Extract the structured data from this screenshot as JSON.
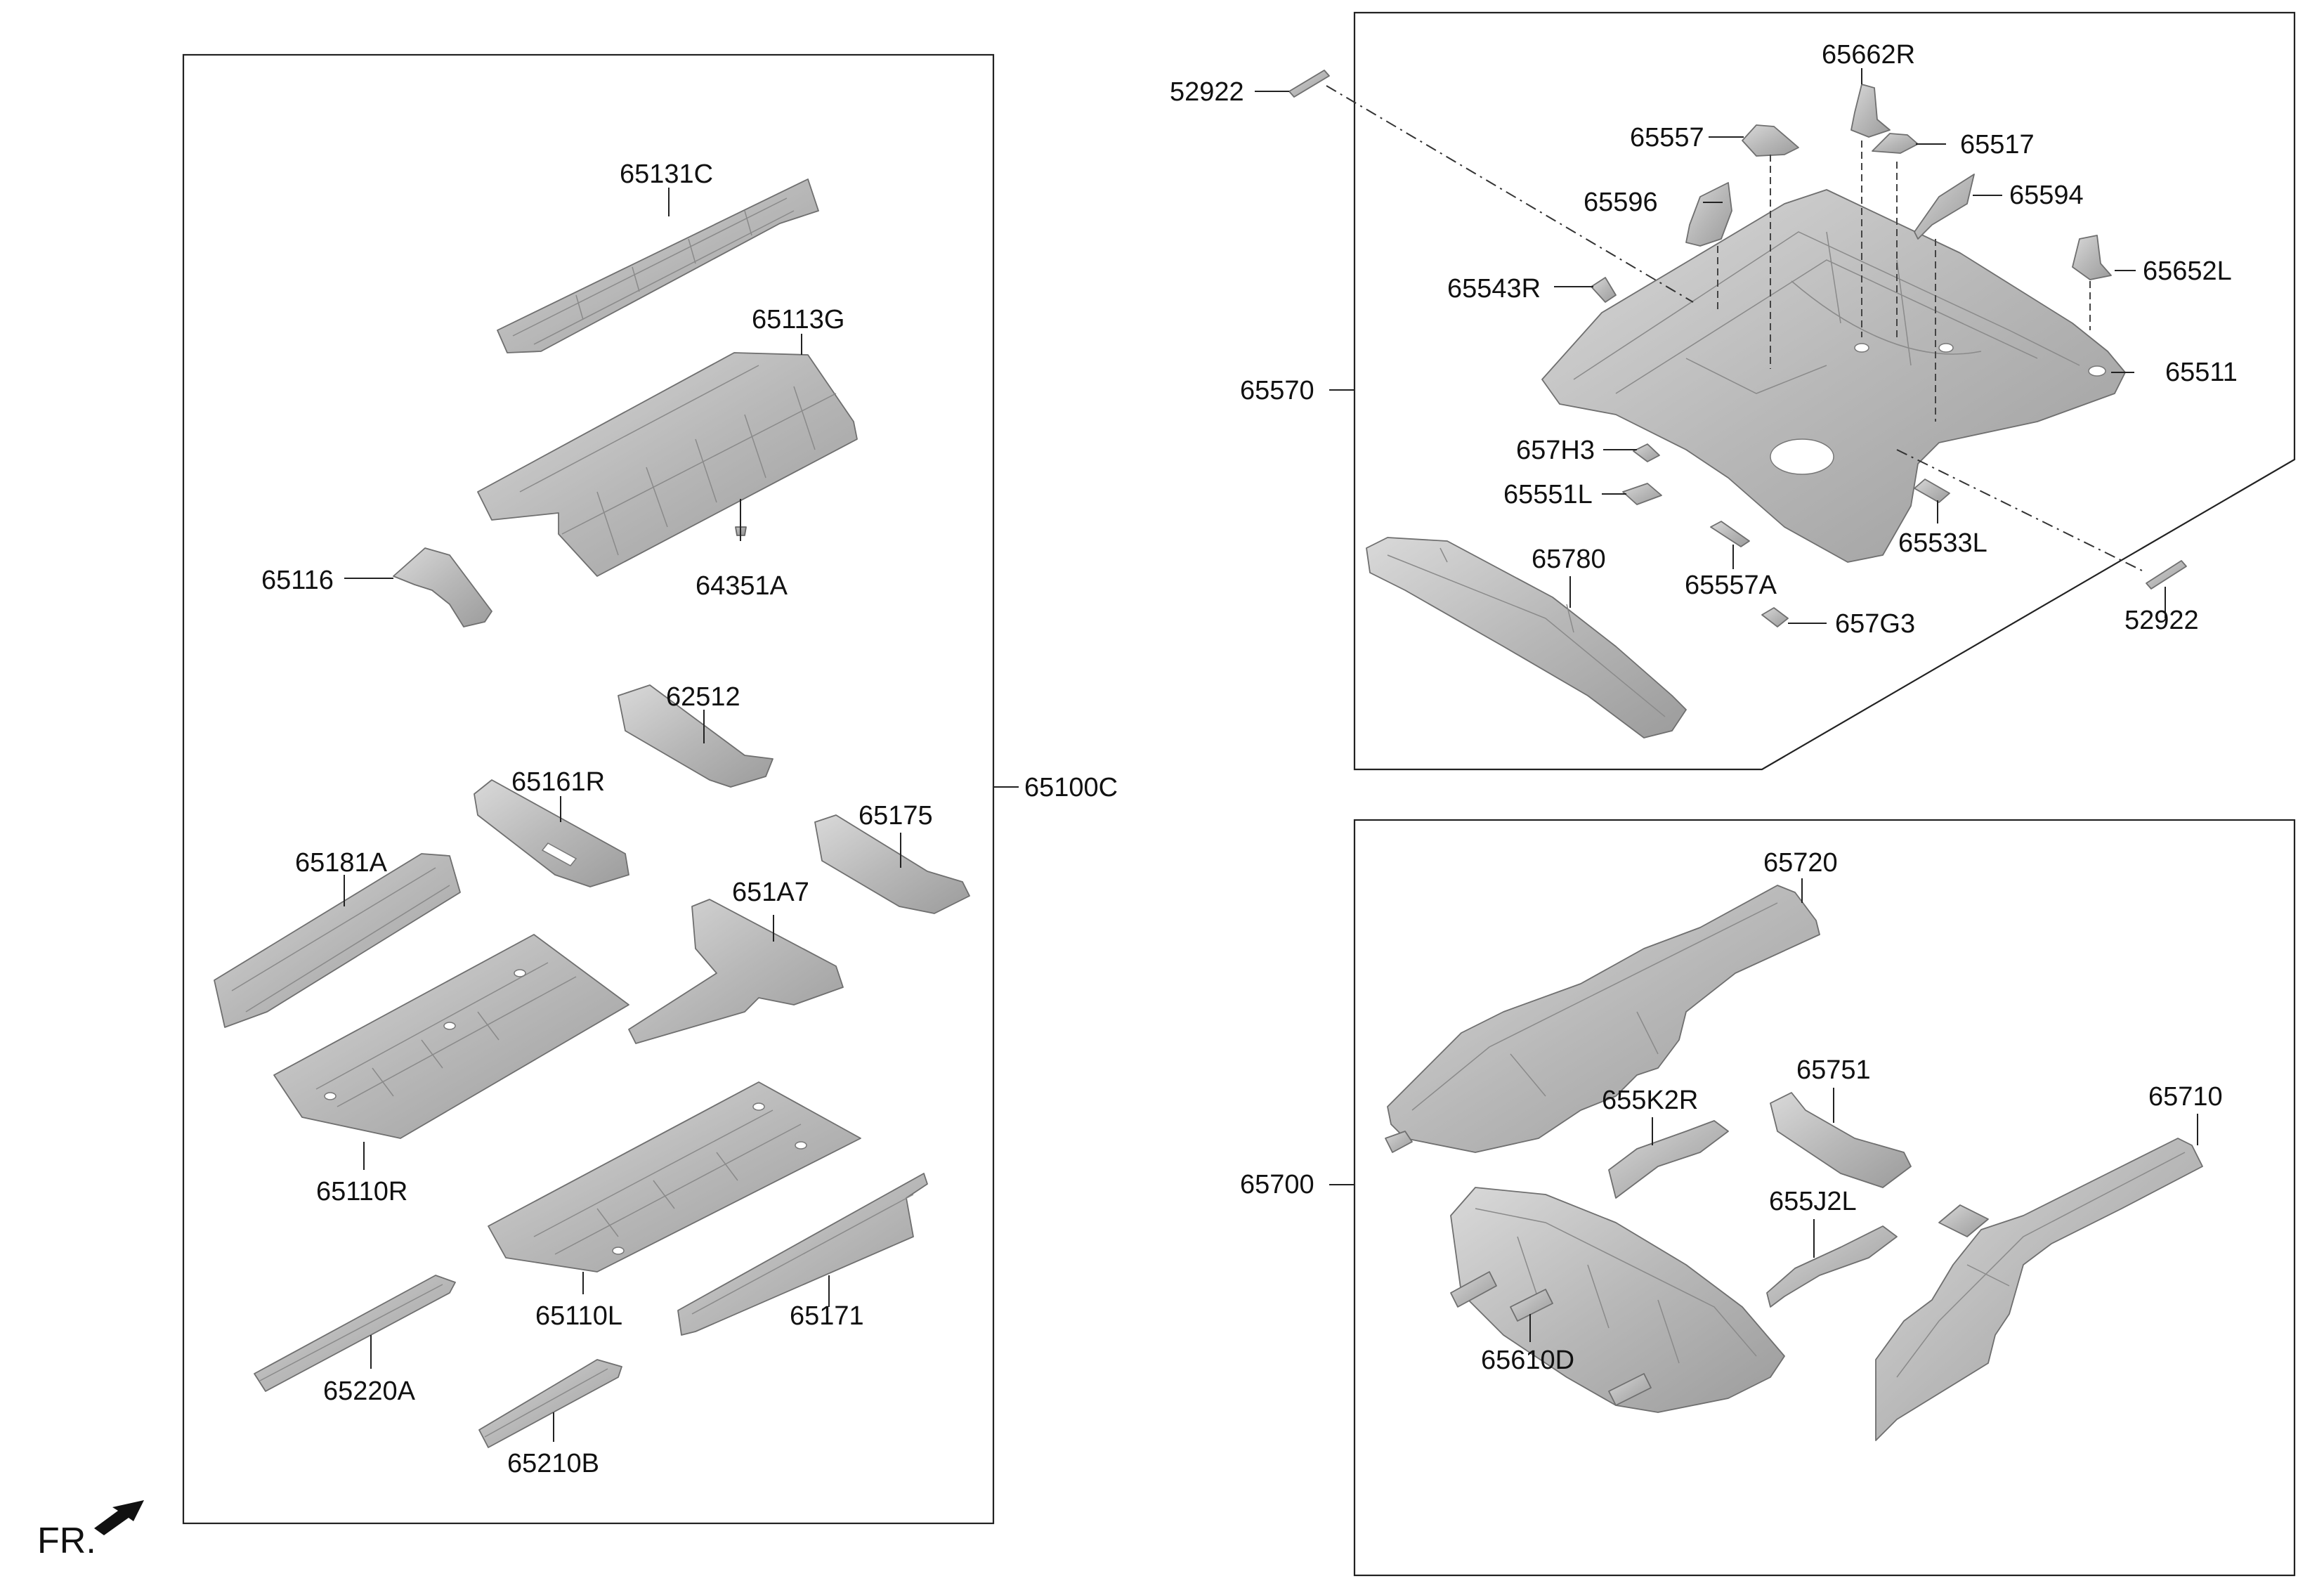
{
  "orientation": {
    "fr_label": "FR."
  },
  "groups": {
    "left": {
      "assembly": "65100C"
    },
    "top_right": {
      "assembly": "65570"
    },
    "bottom_right": {
      "assembly": "65700"
    }
  },
  "parts": {
    "p65131C": "65131C",
    "p65113G": "65113G",
    "p64351A": "64351A",
    "p65116": "65116",
    "p62512": "62512",
    "p65161R": "65161R",
    "p65175": "65175",
    "p65181A": "65181A",
    "p651A7": "651A7",
    "p65110R": "65110R",
    "p65110L": "65110L",
    "p65171": "65171",
    "p65220A": "65220A",
    "p65210B": "65210B",
    "p52922_top": "52922",
    "p52922_bottom": "52922",
    "p65662R": "65662R",
    "p65557": "65557",
    "p65517": "65517",
    "p65596": "65596",
    "p65594": "65594",
    "p65543R": "65543R",
    "p65652L": "65652L",
    "p65511": "65511",
    "p657H3": "657H3",
    "p65551L": "65551L",
    "p65780": "65780",
    "p65557A": "65557A",
    "p65533L": "65533L",
    "p657G3": "657G3",
    "p65720": "65720",
    "p65751": "65751",
    "p655K2R": "655K2R",
    "p65710": "65710",
    "p655J2L": "655J2L",
    "p65610D": "65610D"
  }
}
